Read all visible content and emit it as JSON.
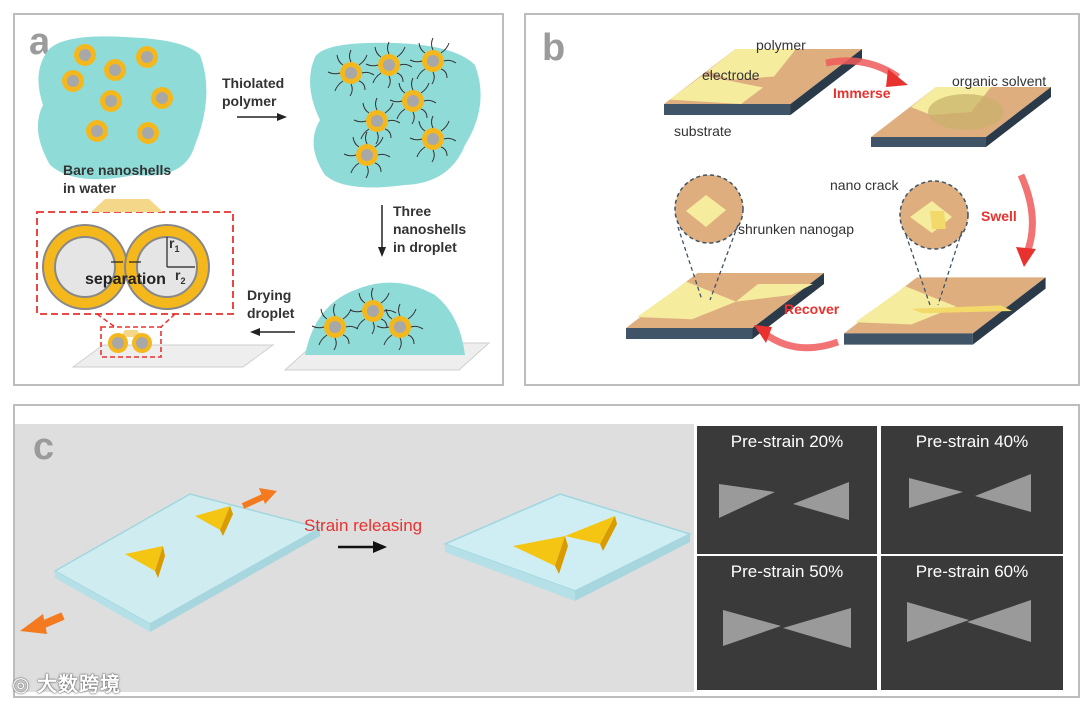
{
  "panel_a": {
    "label": "a",
    "bare_line1": "Bare nanoshells",
    "bare_line2": "in water",
    "thiol_line1": "Thiolated",
    "thiol_line2": "polymer",
    "three_line1": "Three",
    "three_line2": "nanoshells",
    "three_line3": "in droplet",
    "dry_line1": "Drying",
    "dry_line2": "droplet",
    "separation": "separation",
    "r1": "r",
    "r1_sub": "1",
    "r2": "r",
    "r2_sub": "2"
  },
  "panel_b": {
    "label": "b",
    "polymer": "polymer",
    "electrode": "electrode",
    "substrate": "substrate",
    "immerse": "Immerse",
    "organic_solvent": "organic solvent",
    "nano_crack": "nano crack",
    "swell": "Swell",
    "shrunken_nanogap": "shrunken nanogap",
    "recover": "Recover"
  },
  "panel_c": {
    "label": "c",
    "strain_releasing": "Strain releasing",
    "sem": [
      {
        "label": "Pre-strain 20%"
      },
      {
        "label": "Pre-strain 40%"
      },
      {
        "label": "Pre-strain 50%"
      },
      {
        "label": "Pre-strain 60%"
      }
    ]
  },
  "watermark": "大数跨境",
  "colors": {
    "shell": "#f5b81c",
    "core": "#a8a8a8",
    "water": "#8fdbd8",
    "red": "#e8322f",
    "orange": "#f47a20"
  }
}
